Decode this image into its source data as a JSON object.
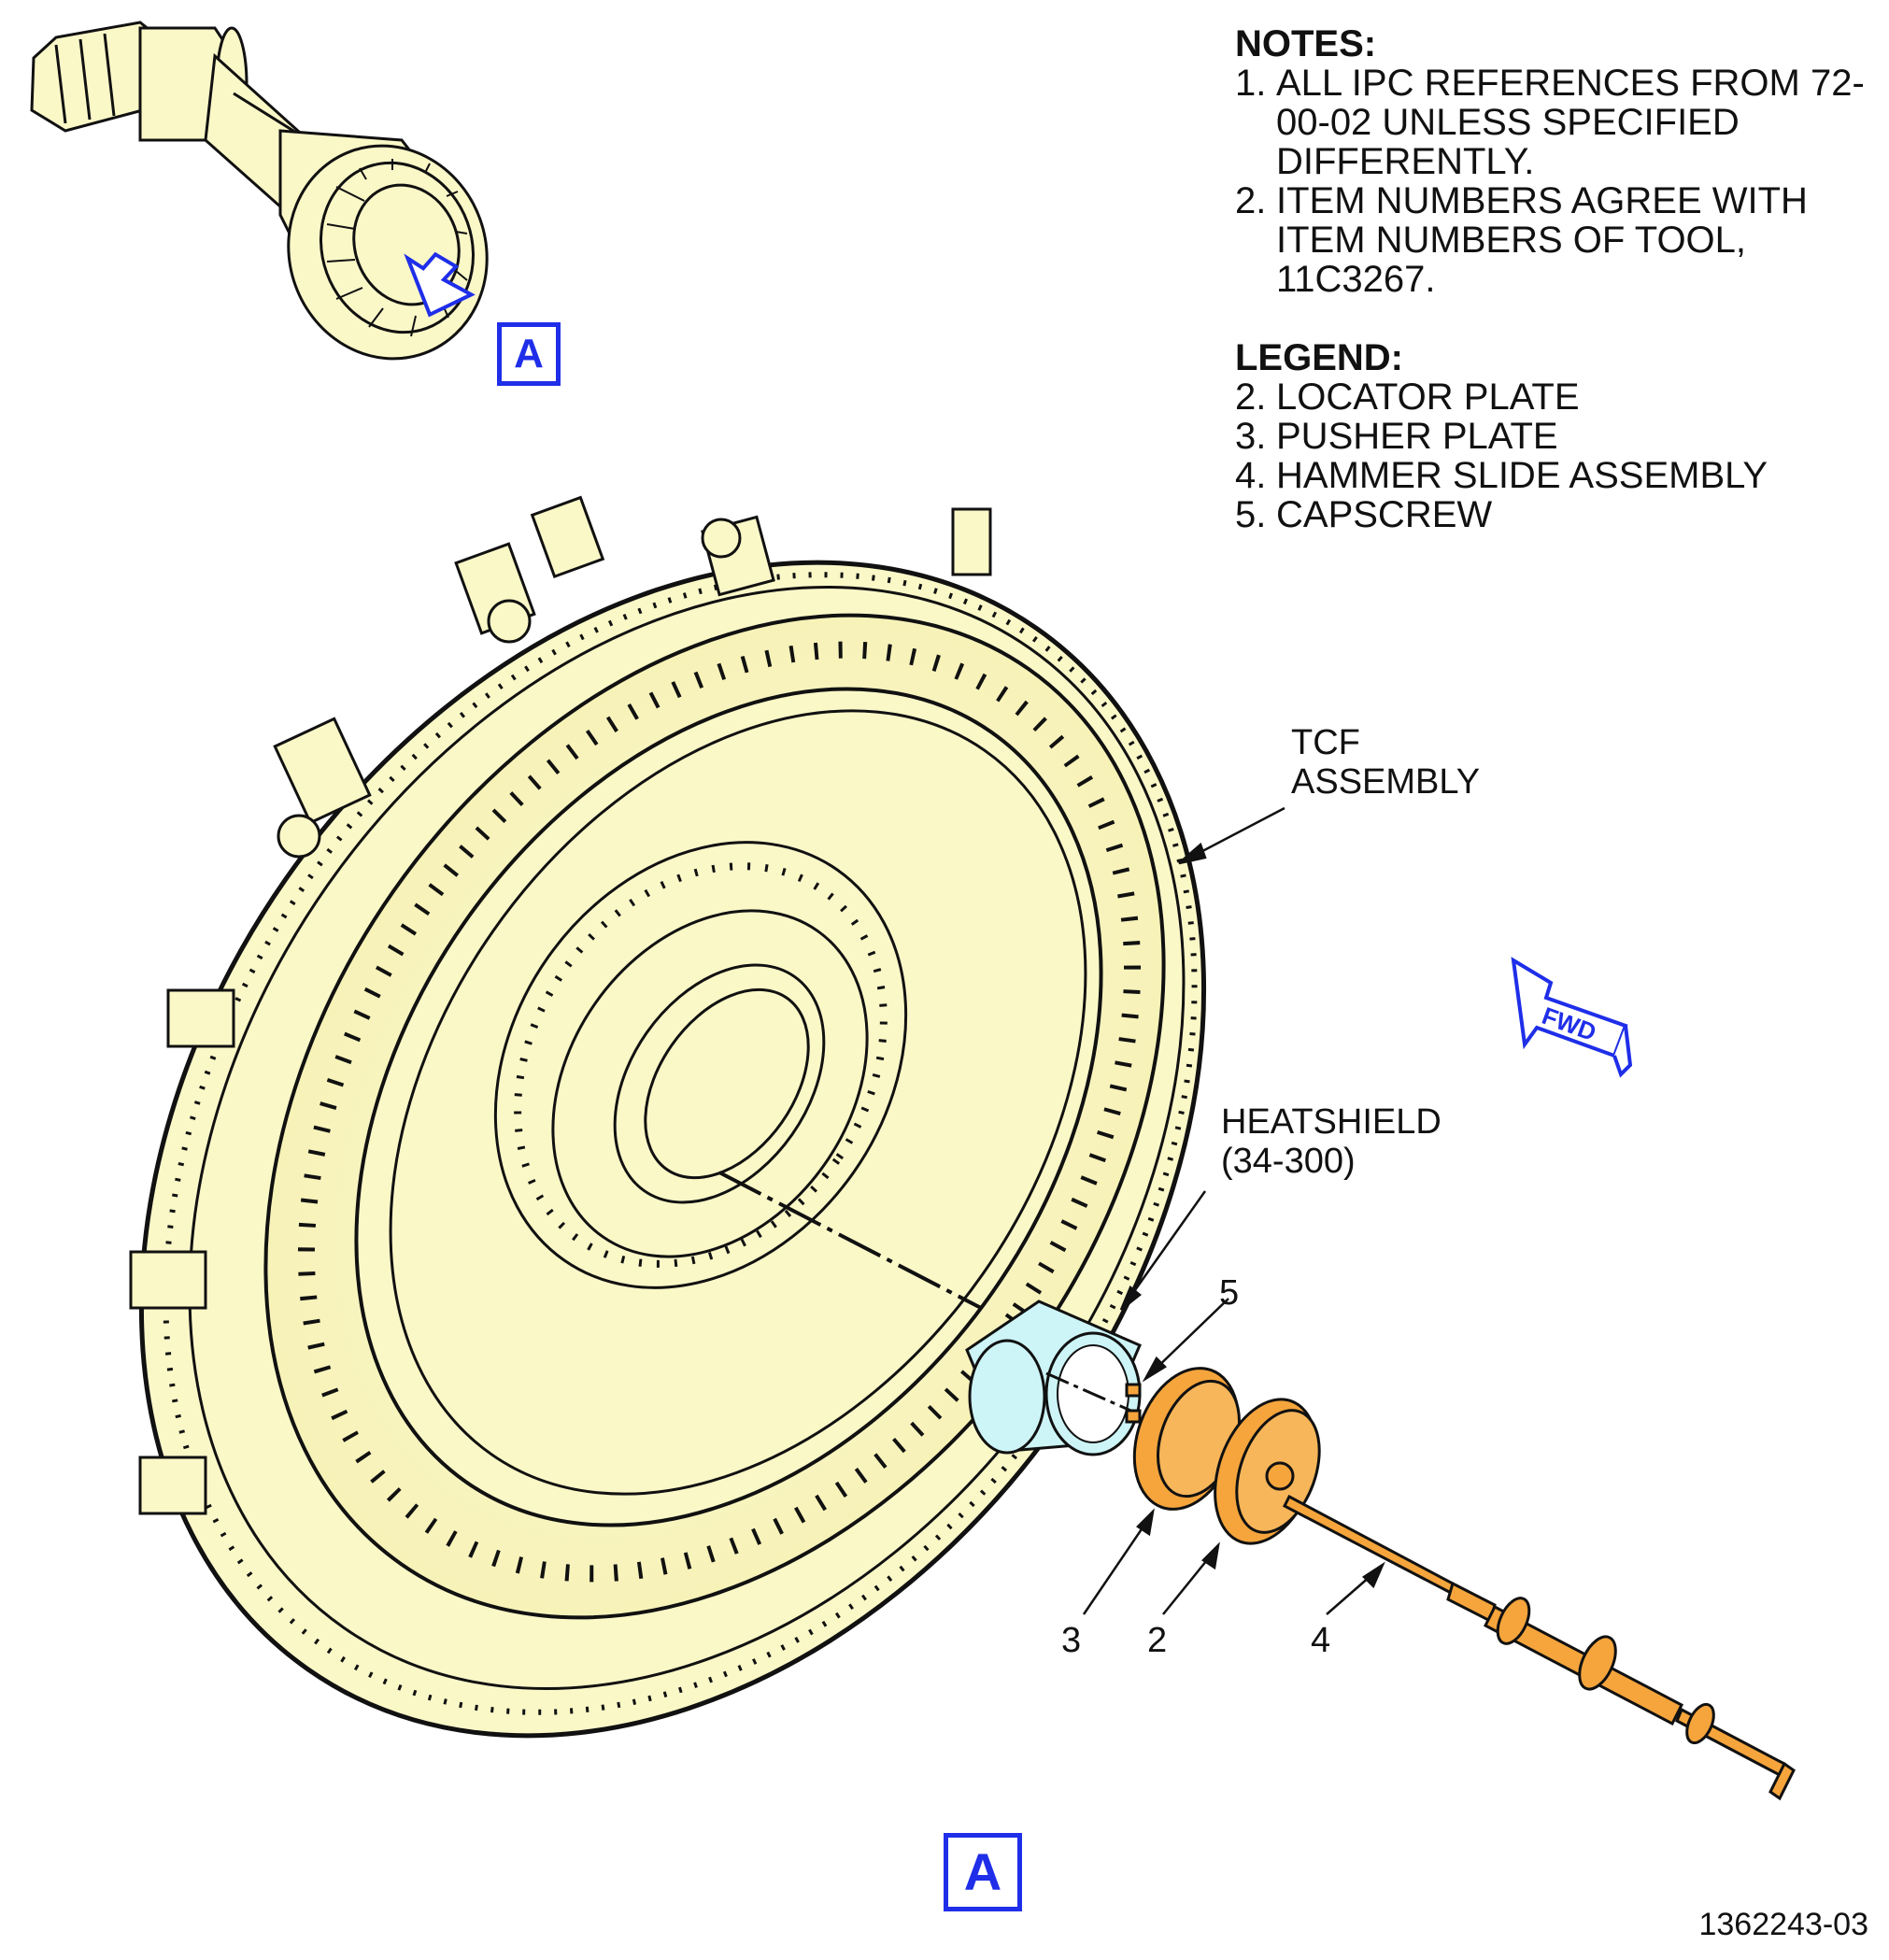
{
  "notes": {
    "title": "NOTES:",
    "items": [
      {
        "num": "1.",
        "text": "ALL IPC REFERENCES FROM 72-00-02 UNLESS SPECIFIED DIFFERENTLY."
      },
      {
        "num": "2.",
        "text": "ITEM NUMBERS AGREE WITH ITEM NUMBERS OF TOOL, 11C3267."
      }
    ]
  },
  "legend": {
    "title": "LEGEND:",
    "items": [
      {
        "num": "2.",
        "text": "LOCATOR PLATE"
      },
      {
        "num": "3.",
        "text": "PUSHER PLATE"
      },
      {
        "num": "4.",
        "text": "HAMMER SLIDE ASSEMBLY"
      },
      {
        "num": "5.",
        "text": "CAPSCREW"
      }
    ]
  },
  "labels": {
    "tcf_line1": "TCF",
    "tcf_line2": "ASSEMBLY",
    "heatshield_line1": "HEATSHIELD",
    "heatshield_line2": "(34-300)",
    "fwd": "FWD"
  },
  "callouts": {
    "item5": "5",
    "item3": "3",
    "item2": "2",
    "item4": "4"
  },
  "view_refs": {
    "top": "A",
    "bottom": "A"
  },
  "figure_number": "1362243-03",
  "colors": {
    "part_fill": "#fbf8c8",
    "heatshield_fill": "#cdf5f7",
    "tool_fill": "#f5a53c",
    "view_blue": "#1f2ee8",
    "line": "#111111"
  },
  "icons": [
    "view-arrow-icon",
    "fwd-arrow-icon"
  ]
}
